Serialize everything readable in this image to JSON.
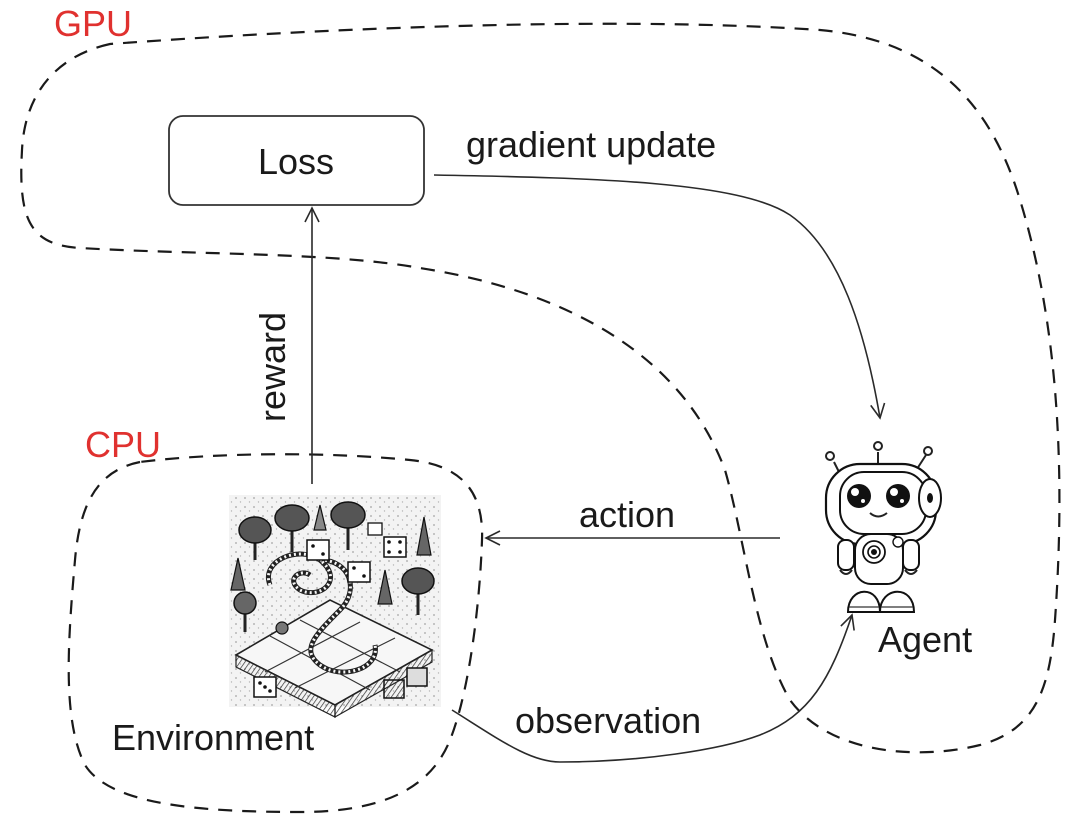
{
  "regions": {
    "gpu_label": "GPU",
    "cpu_label": "CPU",
    "label_color": "#e0312f"
  },
  "nodes": {
    "loss": "Loss",
    "agent": "Agent",
    "environment": "Environment"
  },
  "edges": {
    "gradient_update": "gradient update",
    "reward": "reward",
    "action": "action",
    "observation": "observation"
  },
  "icons": {
    "agent": "robot-icon",
    "environment": "board-game-world-illustration"
  }
}
